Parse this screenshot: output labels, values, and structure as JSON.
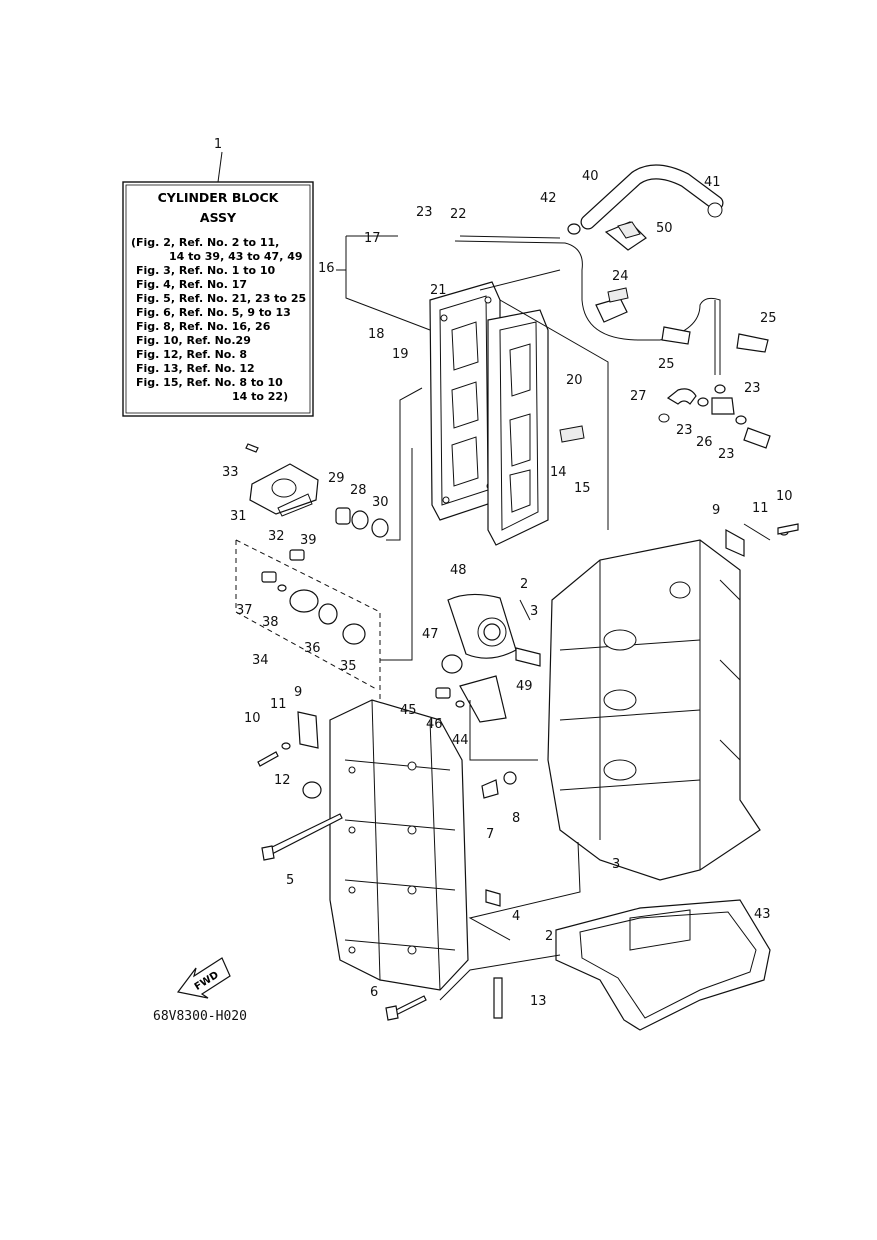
{
  "legend": {
    "ref": "1",
    "title_line1": "CYLINDER BLOCK",
    "title_line2": "ASSY",
    "lines": [
      "(Fig. 2, Ref. No. 2 to 11,",
      "14 to 39, 43 to 47, 49",
      "Fig. 3, Ref. No. 1 to 10",
      "Fig. 4, Ref. No. 17",
      "Fig. 5, Ref. No. 21, 23 to 25",
      "Fig. 6, Ref. No. 5, 9 to 13",
      "Fig. 8, Ref. No. 16, 26",
      "Fig. 10, Ref. No.29",
      "Fig. 12, Ref. No. 8",
      "Fig. 13, Ref. No. 12",
      "Fig. 15, Ref. No. 8 to 10",
      "14 to 22)"
    ]
  },
  "callouts": [
    "2",
    "3",
    "4",
    "5",
    "6",
    "7",
    "8",
    "9",
    "10",
    "11",
    "12",
    "13",
    "14",
    "15",
    "16",
    "17",
    "18",
    "19",
    "20",
    "21",
    "22",
    "23",
    "24",
    "25",
    "26",
    "27",
    "28",
    "29",
    "30",
    "31",
    "32",
    "33",
    "34",
    "35",
    "36",
    "37",
    "38",
    "39",
    "40",
    "41",
    "42",
    "43",
    "44",
    "45",
    "46",
    "47",
    "48",
    "49",
    "50"
  ],
  "fwd_label": "FWD",
  "drawing_code": "68V8300-H020"
}
